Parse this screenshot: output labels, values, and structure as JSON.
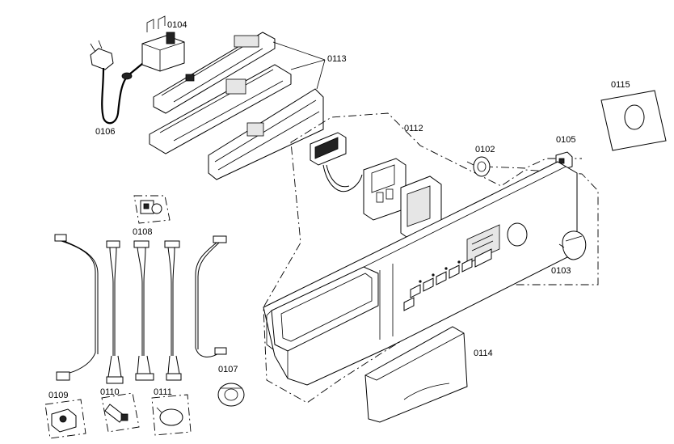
{
  "labels": {
    "p0104": "0104",
    "p0113": "0113",
    "p0106": "0106",
    "p0115": "0115",
    "p0112": "0112",
    "p0102": "0102",
    "p0105": "0105",
    "p0108": "0108",
    "p0103": "0103",
    "p0114": "0114",
    "p0107": "0107",
    "p0109": "0109",
    "p0110": "0110",
    "p0111": "0111"
  }
}
